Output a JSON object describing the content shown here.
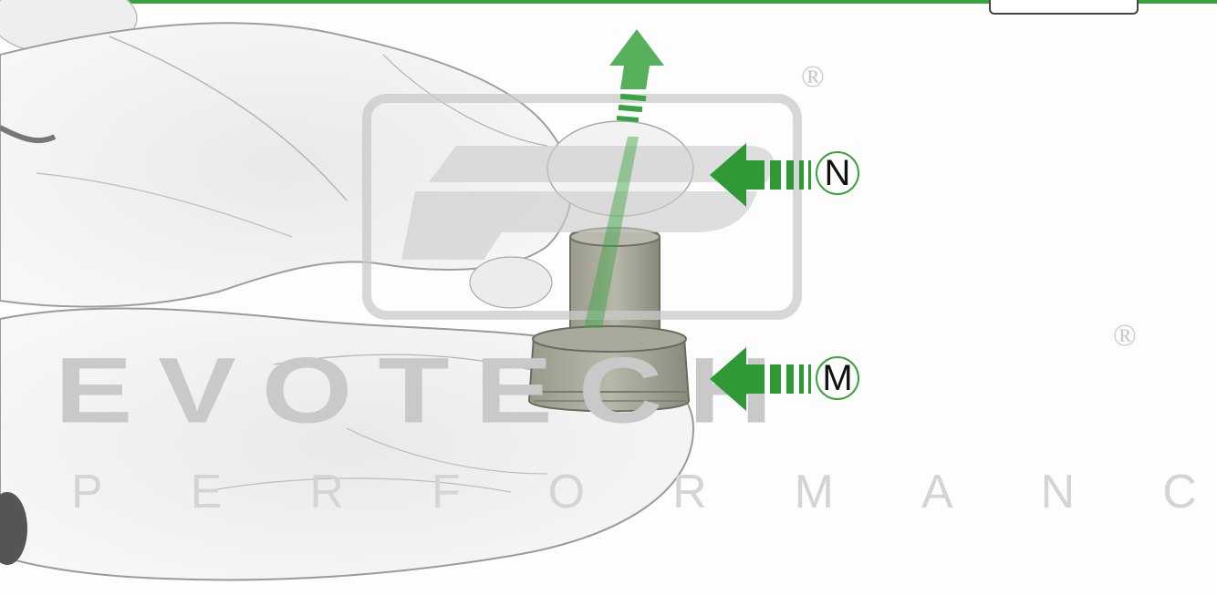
{
  "labels": {
    "marker_n": "N",
    "marker_m": "M"
  },
  "watermark": {
    "brand": "EVOTECH",
    "tagline": "PERFORMANCE",
    "registered_top": "®",
    "registered_right": "®"
  },
  "colors": {
    "accent": "#3aa23f",
    "watermark": "#c9c9c9"
  },
  "icons": {
    "logo": "ep-logo",
    "pull_up": "arrow-up-icon",
    "push_n": "arrow-left-icon",
    "push_m": "arrow-left-icon"
  }
}
